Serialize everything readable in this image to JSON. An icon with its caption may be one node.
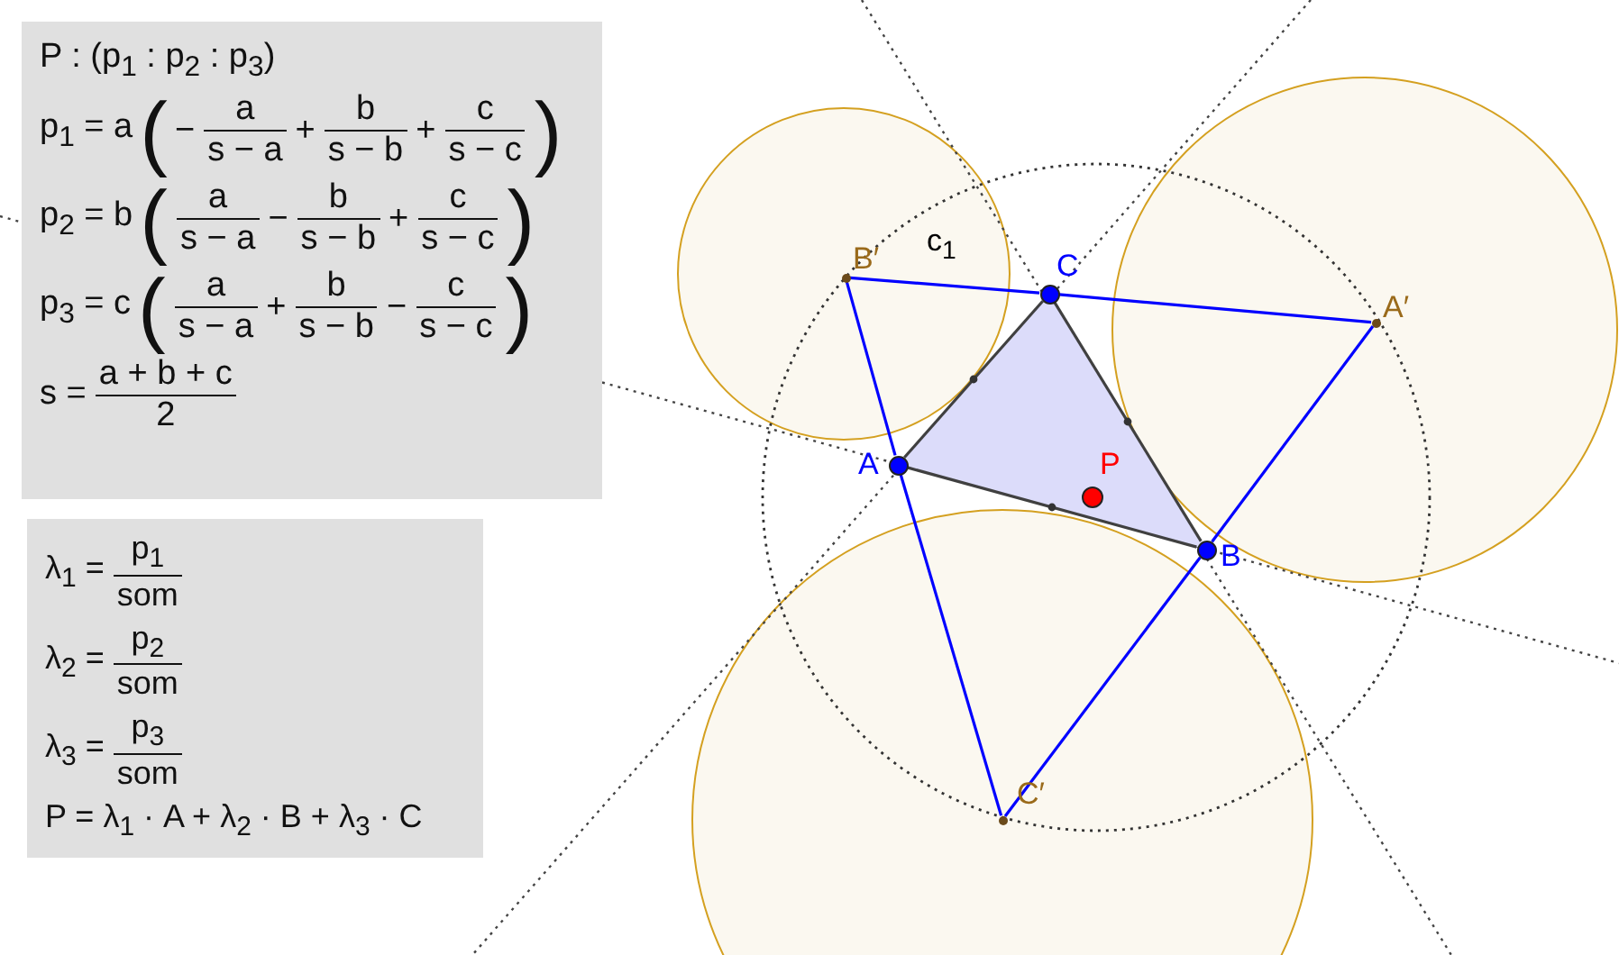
{
  "diagram": {
    "nodes": [
      {
        "text": [
          "P : (p$_{1}$ : p$_{2}$ : p$_{3}$)",
          "p$_{1}$ = a",
          "(",
          "−",
          "a",
          "s − a",
          "+",
          "b",
          "s − b",
          "+",
          "c",
          "s − c",
          ")",
          "p$_{2}$ = b",
          "(",
          "a",
          "s − a",
          "−",
          "b",
          "s − b",
          "+",
          "c",
          "s − c",
          ")",
          "p$_{3}$ = c",
          "(",
          "a",
          "s − a",
          "+",
          "b",
          "s − b",
          "−",
          "c",
          "s − c",
          ")",
          "s =",
          "a + b + c",
          "2"
        ]
      },
      {
        "text": [
          "λ$_{1}$ =",
          "p$_{1}$",
          "som",
          "λ$_{2}$ =",
          "p$_{2}$",
          "som",
          "λ$_{3}$ =",
          "p$_{3}$",
          "som",
          "P = λ$_{1}$ · A + λ$_{2}$ · B + λ$_{3}$ · C"
        ]
      },
      {
        "text": [
          "B′"
        ]
      },
      {
        "text": [
          "C"
        ]
      },
      {
        "text": [
          "A′"
        ]
      },
      {
        "text": [
          "A"
        ]
      },
      {
        "text": [
          "P"
        ]
      },
      {
        "text": [
          "B"
        ]
      },
      {
        "text": [
          "C′"
        ]
      }
    ],
    "edges": [
      {
        "from": 5,
        "to": 7,
        "arrow": "none",
        "color": "#404040"
      },
      {
        "from": 7,
        "to": 3,
        "arrow": "none",
        "color": "#404040"
      },
      {
        "from": 3,
        "to": 5,
        "arrow": "none",
        "color": "#404040"
      },
      {
        "from": 2,
        "to": 3,
        "arrow": "none",
        "color": "#0000ff"
      },
      {
        "from": 3,
        "to": 4,
        "arrow": "none",
        "color": "#0000ff"
      },
      {
        "from": 2,
        "to": 5,
        "arrow": "none",
        "color": "#0000ff"
      },
      {
        "from": 5,
        "to": 8,
        "arrow": "none",
        "color": "#0000ff"
      },
      {
        "from": 4,
        "to": 7,
        "arrow": "none",
        "color": "#0000ff"
      },
      {
        "from": 7,
        "to": 8,
        "arrow": "none",
        "color": "#0000ff"
      }
    ],
    "labels": [
      "c$_{1}$"
    ]
  }
}
